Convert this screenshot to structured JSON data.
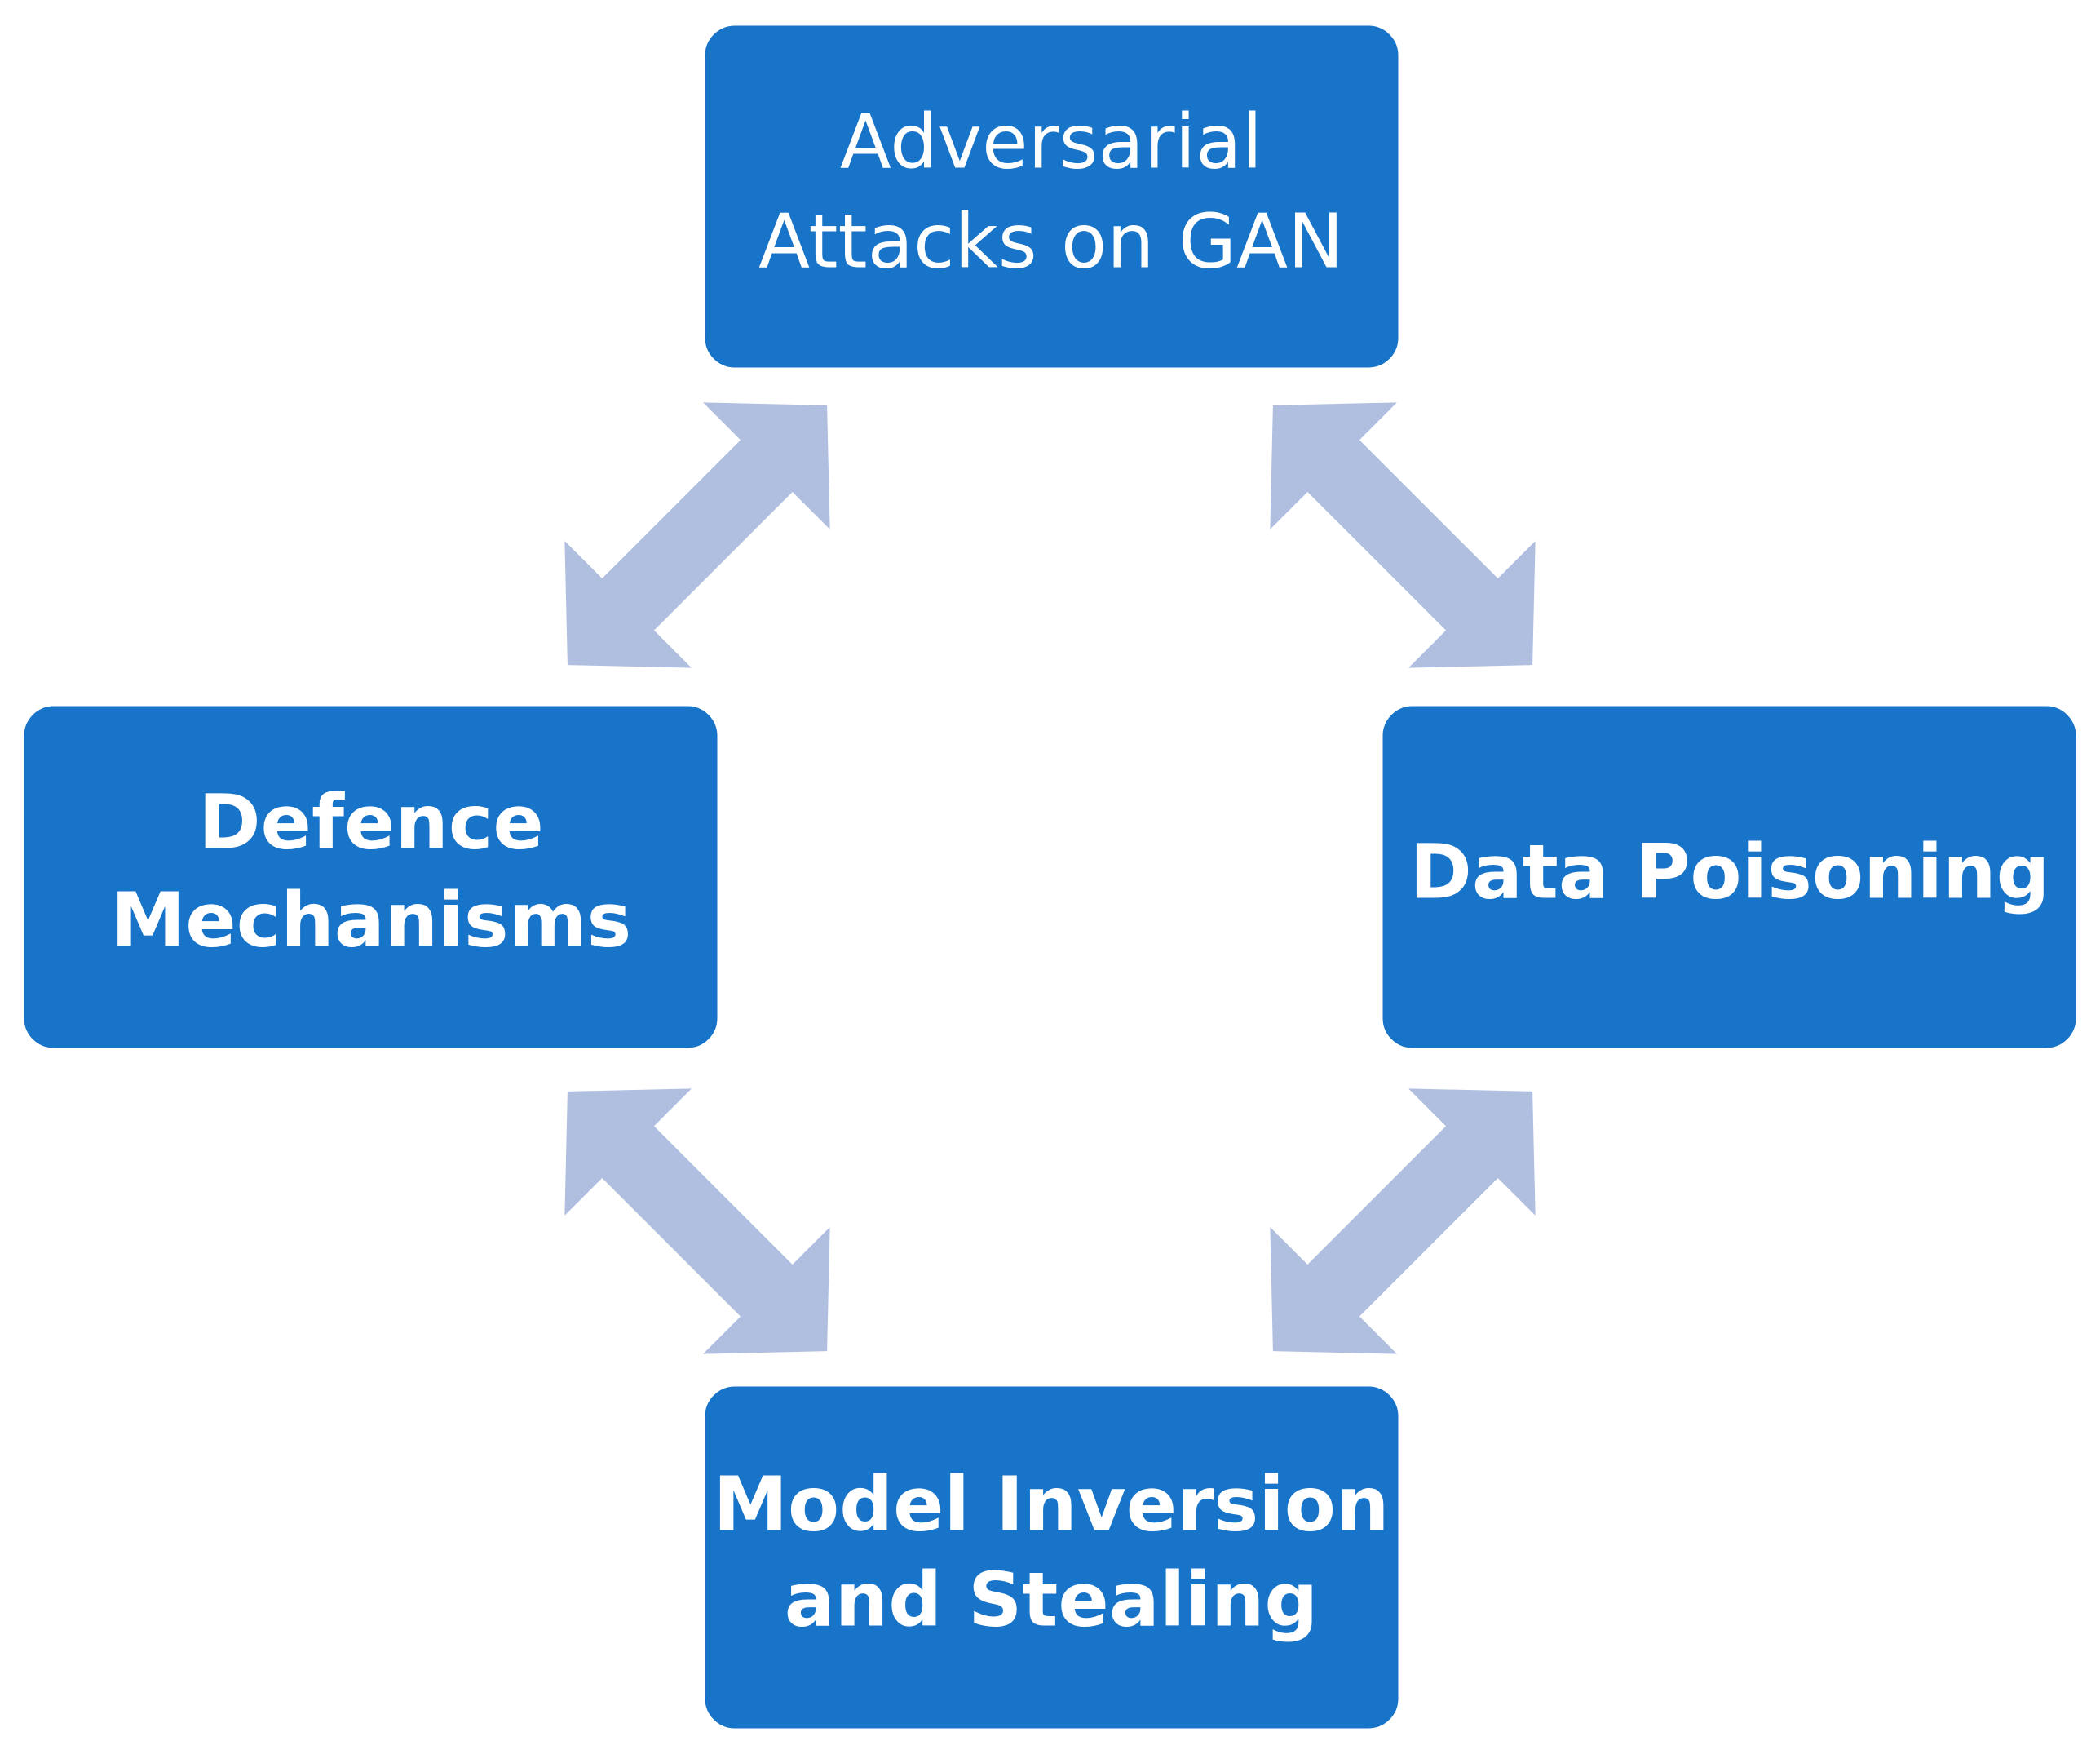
{
  "diagram": {
    "colors": {
      "box_fill": "#1874c8",
      "box_text": "#ffffff",
      "arrow_fill": "#b0bfe0",
      "background": "#ffffff"
    },
    "nodes": {
      "top": {
        "line1": "Adversarial",
        "line2": "Attacks on GAN"
      },
      "left": {
        "line1": "Defence",
        "line2": "Mechanisms"
      },
      "right": {
        "line1": "Data Poisoning"
      },
      "bottom": {
        "line1": "Model Inversion",
        "line2": "and Stealing"
      }
    },
    "connections": [
      {
        "from": "top",
        "to": "left",
        "direction": "bidirectional"
      },
      {
        "from": "top",
        "to": "right",
        "direction": "bidirectional"
      },
      {
        "from": "left",
        "to": "bottom",
        "direction": "bidirectional"
      },
      {
        "from": "right",
        "to": "bottom",
        "direction": "bidirectional"
      }
    ]
  }
}
